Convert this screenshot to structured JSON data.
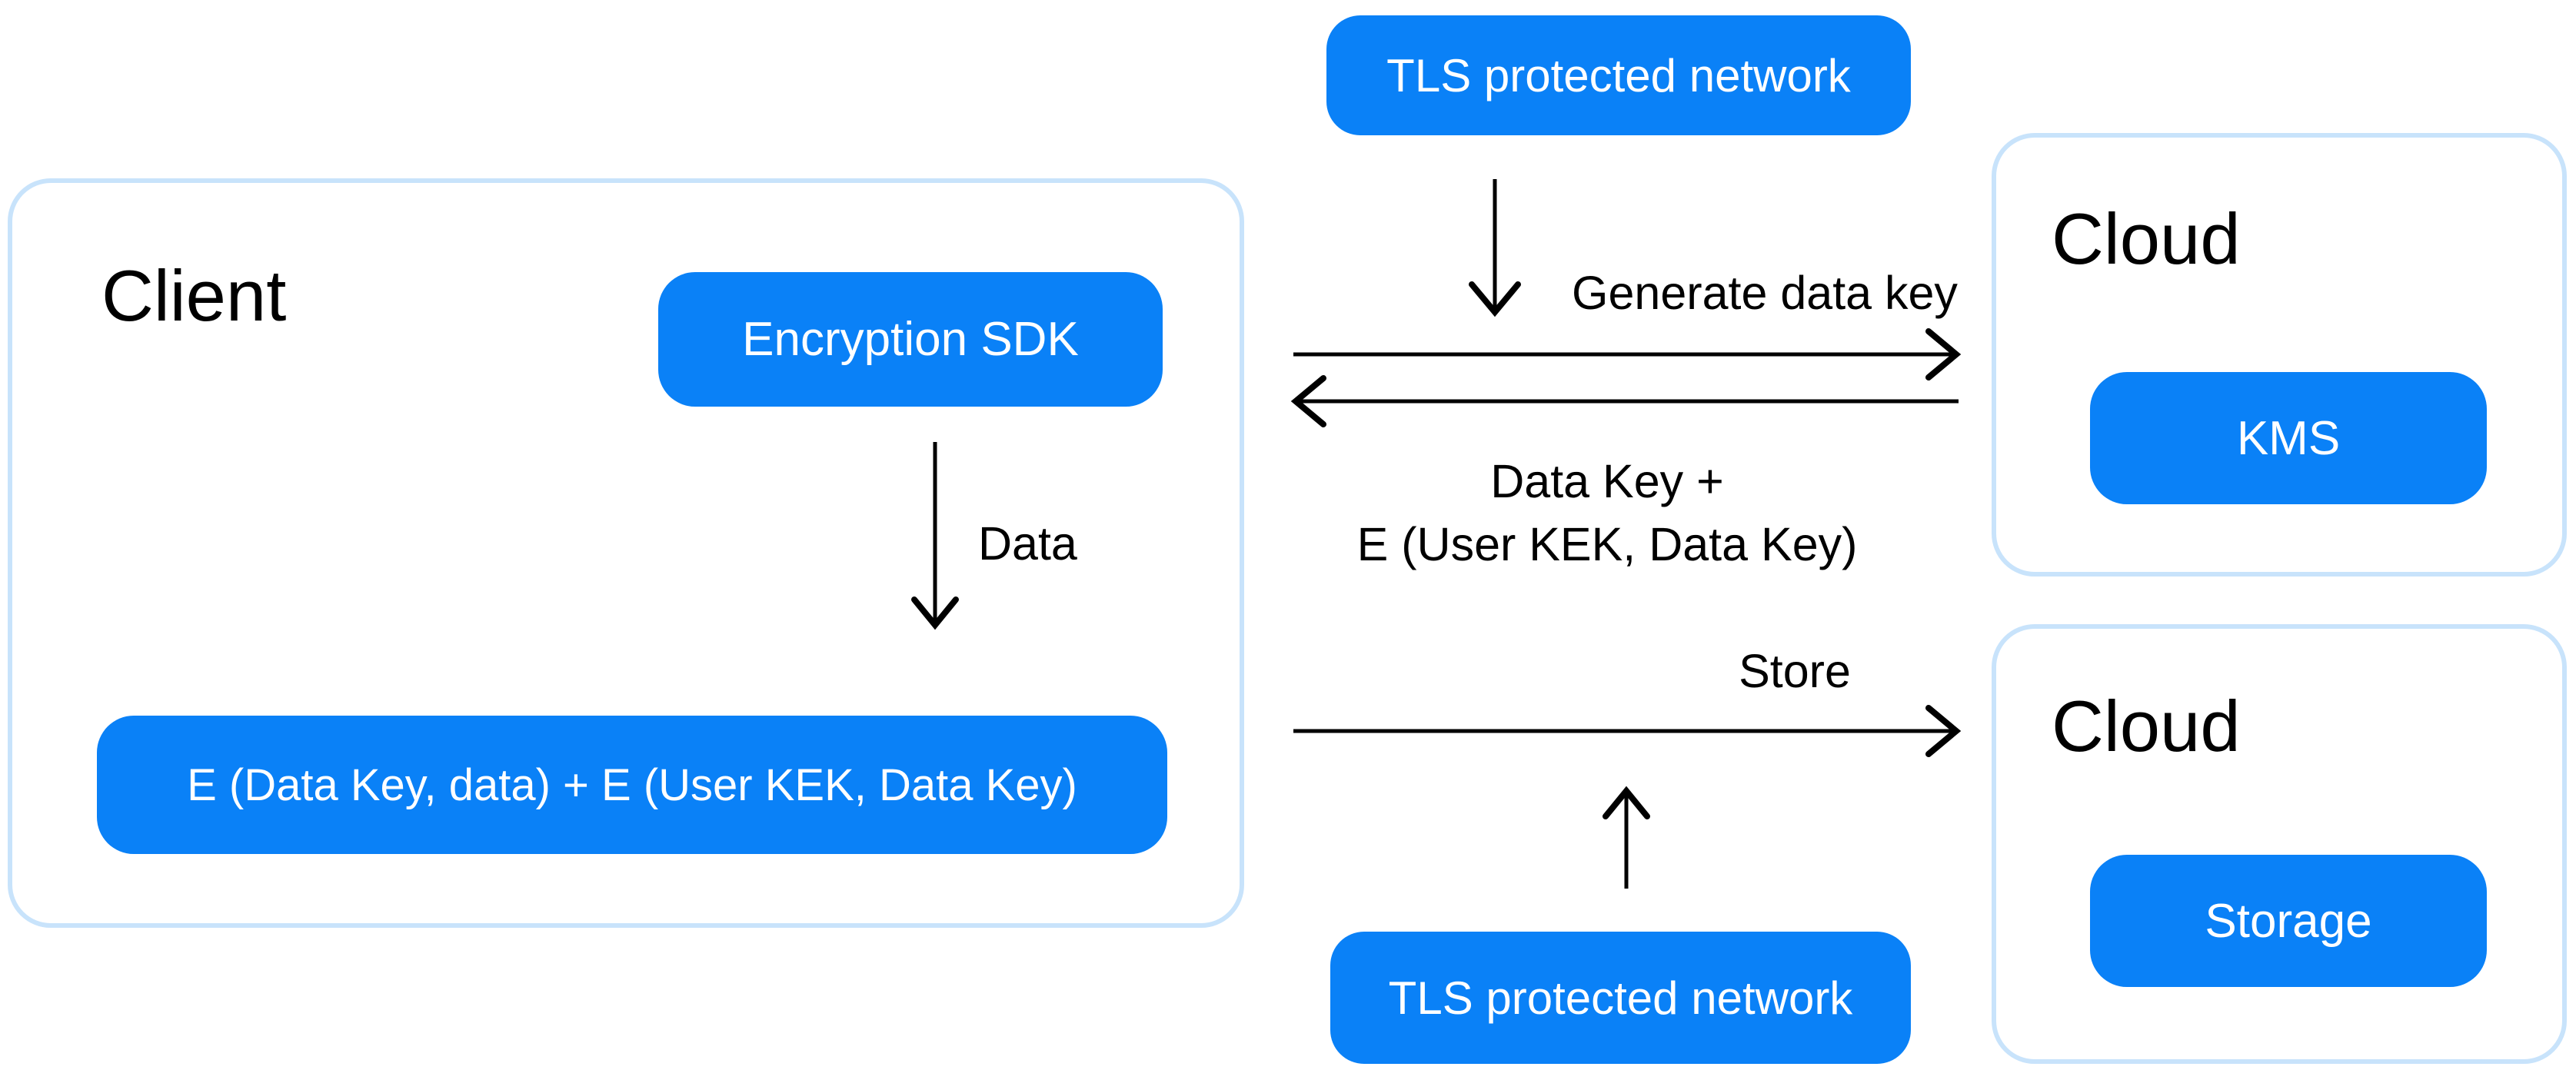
{
  "colors": {
    "accent-blue": "#0a81f7",
    "container-border": "#c8e3fb",
    "label-text": "#000000",
    "pill-text": "#ffffff",
    "background": "#ffffff"
  },
  "nodes": {
    "tls_top": {
      "label": "TLS protected network"
    },
    "tls_bottom": {
      "label": "TLS protected network"
    },
    "client": {
      "title": "Client",
      "encryption_sdk": "Encryption SDK",
      "encrypted_payload": "E (Data Key, data) + E (User KEK, Data Key)"
    },
    "cloud_kms": {
      "title": "Cloud",
      "service": "KMS"
    },
    "cloud_storage": {
      "title": "Cloud",
      "service": "Storage"
    }
  },
  "edges": {
    "data": "Data",
    "generate_data_key": "Generate data key",
    "return_line1": "Data Key +",
    "return_line2": "E (User KEK, Data Key)",
    "store": "Store"
  }
}
